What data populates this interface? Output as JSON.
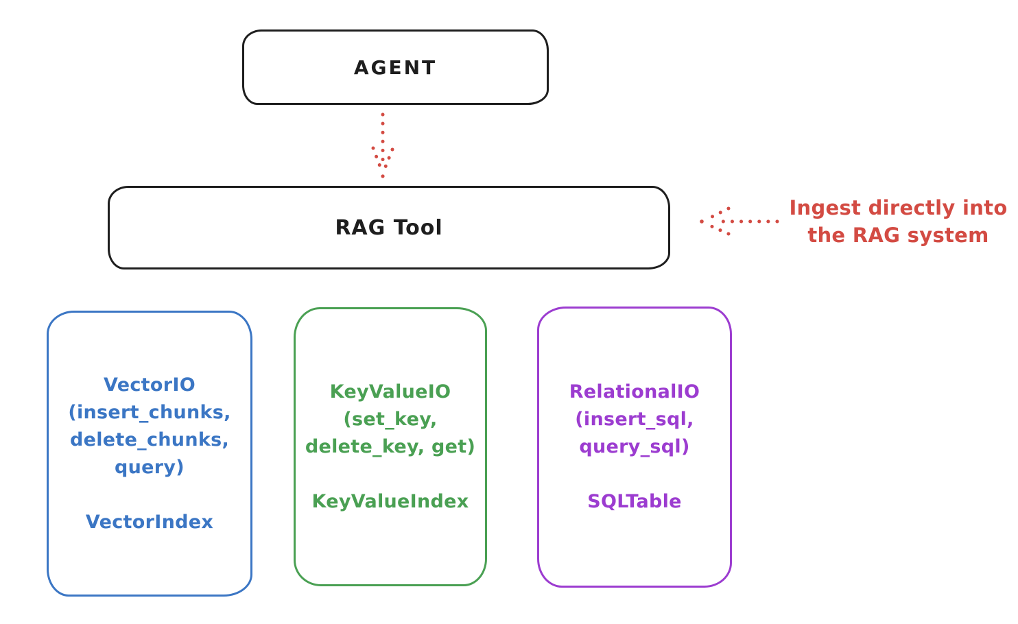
{
  "agent": {
    "label": "AGENT"
  },
  "rag_tool": {
    "label": "RAG Tool"
  },
  "annotation": {
    "line1": "Ingest directly into",
    "line2": "the RAG system"
  },
  "backends": {
    "vector": {
      "title": "VectorIO",
      "params": [
        "(insert_chunks,",
        "delete_chunks,",
        "query)"
      ],
      "index": "VectorIndex",
      "color": "#3b76c4"
    },
    "keyvalue": {
      "title": "KeyValueIO",
      "params": [
        "(set_key,",
        "delete_key, get)"
      ],
      "index": "KeyValueIndex",
      "color": "#4aa053"
    },
    "relational": {
      "title": "RelationalIO",
      "params": [
        "(insert_sql,",
        "query_sql)"
      ],
      "index": "SQLTable",
      "color": "#9c3cd0"
    }
  },
  "edges": {
    "agent_to_rag_tool": {
      "style": "dotted",
      "direction": "down",
      "color": "#d34b43"
    },
    "annotation_to_rag_tool": {
      "style": "dotted",
      "direction": "left",
      "color": "#d34b43"
    }
  },
  "colors": {
    "stroke": "#1e1e1e",
    "red": "#d34b43",
    "blue": "#3b76c4",
    "green": "#4aa053",
    "purple": "#9c3cd0",
    "background": "#ffffff"
  }
}
